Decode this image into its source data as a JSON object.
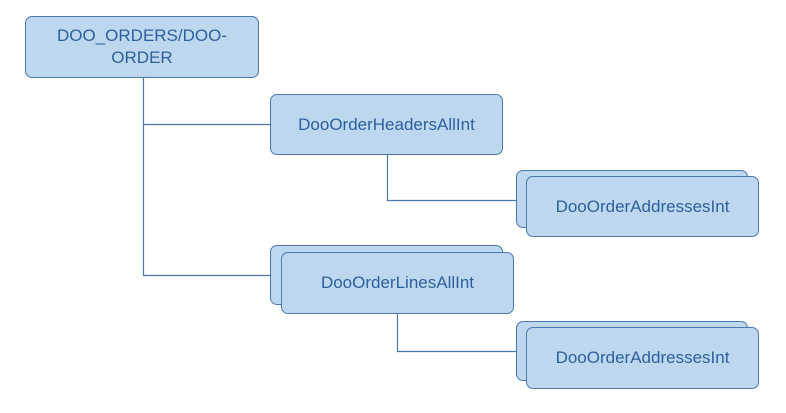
{
  "diagram": {
    "nodes": {
      "root": {
        "label": "DOO_ORDERS/DOO-ORDER"
      },
      "headers": {
        "label": "DooOrderHeadersAllInt"
      },
      "headers_addresses": {
        "label": "DooOrderAddressesInt"
      },
      "lines": {
        "label": "DooOrderLinesAllInt"
      },
      "lines_addresses": {
        "label": "DooOrderAddressesInt"
      }
    },
    "edges": [
      {
        "from": "root",
        "to": "headers"
      },
      {
        "from": "root",
        "to": "lines"
      },
      {
        "from": "headers",
        "to": "headers_addresses"
      },
      {
        "from": "lines",
        "to": "lines_addresses"
      }
    ],
    "colors": {
      "node_fill": "#bdd7ee",
      "node_border": "#4a78ad",
      "node_text": "#2e5f9e",
      "connector": "#4a78ad"
    }
  }
}
